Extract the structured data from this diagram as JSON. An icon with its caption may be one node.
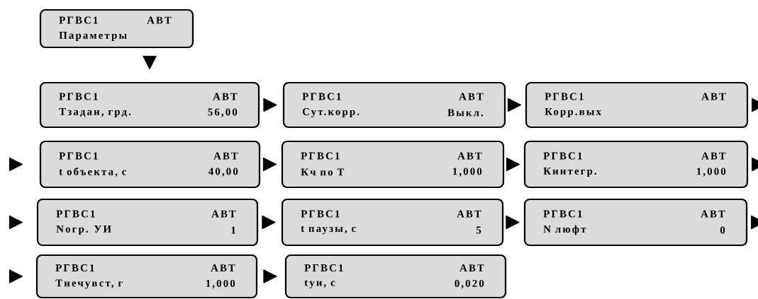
{
  "diagram": {
    "nodes": [
      {
        "text": [
          "РГВС1",
          "АВТ",
          "Параметры"
        ]
      },
      {
        "text": [
          "РГВС1",
          "АВТ",
          "Тзадан, грд.",
          "56,00"
        ]
      },
      {
        "text": [
          "РГВС1",
          "АВТ",
          "Сут.корр.",
          "Выкл."
        ]
      },
      {
        "text": [
          "РГВС1",
          "АВТ",
          "Корр.вых"
        ]
      },
      {
        "text": [
          "РГВС1",
          "АВТ",
          "t объекта, с",
          "40,00"
        ]
      },
      {
        "text": [
          "РГВС1",
          "АВТ",
          "Кч по Т",
          "1,000"
        ]
      },
      {
        "text": [
          "РГВС1",
          "АВТ",
          "Кинтегр.",
          "1,000"
        ]
      },
      {
        "text": [
          "РГВС1",
          "АВТ",
          "Nогр. УИ",
          "1"
        ]
      },
      {
        "text": [
          "РГВС1",
          "АВТ",
          "t паузы, с",
          "5"
        ]
      },
      {
        "text": [
          "РГВС1",
          "АВТ",
          "N люфт",
          "0"
        ]
      },
      {
        "text": [
          "РГВС1",
          "АВТ",
          "Тнечувст, г",
          "1,000"
        ]
      },
      {
        "text": [
          "РГВС1",
          "АВТ",
          "tуи, с",
          "0,020"
        ]
      }
    ],
    "edges": [
      {
        "from": 0,
        "to": 1,
        "arrow": "to"
      },
      {
        "from": 1,
        "to": 2,
        "arrow": "to"
      },
      {
        "from": 2,
        "to": 3,
        "arrow": "to"
      },
      {
        "from": 3,
        "to": null,
        "arrow": "to"
      },
      {
        "from": null,
        "to": 4,
        "arrow": "to"
      },
      {
        "from": 4,
        "to": 5,
        "arrow": "to"
      },
      {
        "from": 5,
        "to": 6,
        "arrow": "to"
      },
      {
        "from": 6,
        "to": null,
        "arrow": "to"
      },
      {
        "from": null,
        "to": 7,
        "arrow": "to"
      },
      {
        "from": 7,
        "to": 8,
        "arrow": "to"
      },
      {
        "from": 8,
        "to": 9,
        "arrow": "to"
      },
      {
        "from": 9,
        "to": null,
        "arrow": "to"
      },
      {
        "from": null,
        "to": 10,
        "arrow": "to"
      },
      {
        "from": 10,
        "to": 11,
        "arrow": "to"
      }
    ]
  }
}
